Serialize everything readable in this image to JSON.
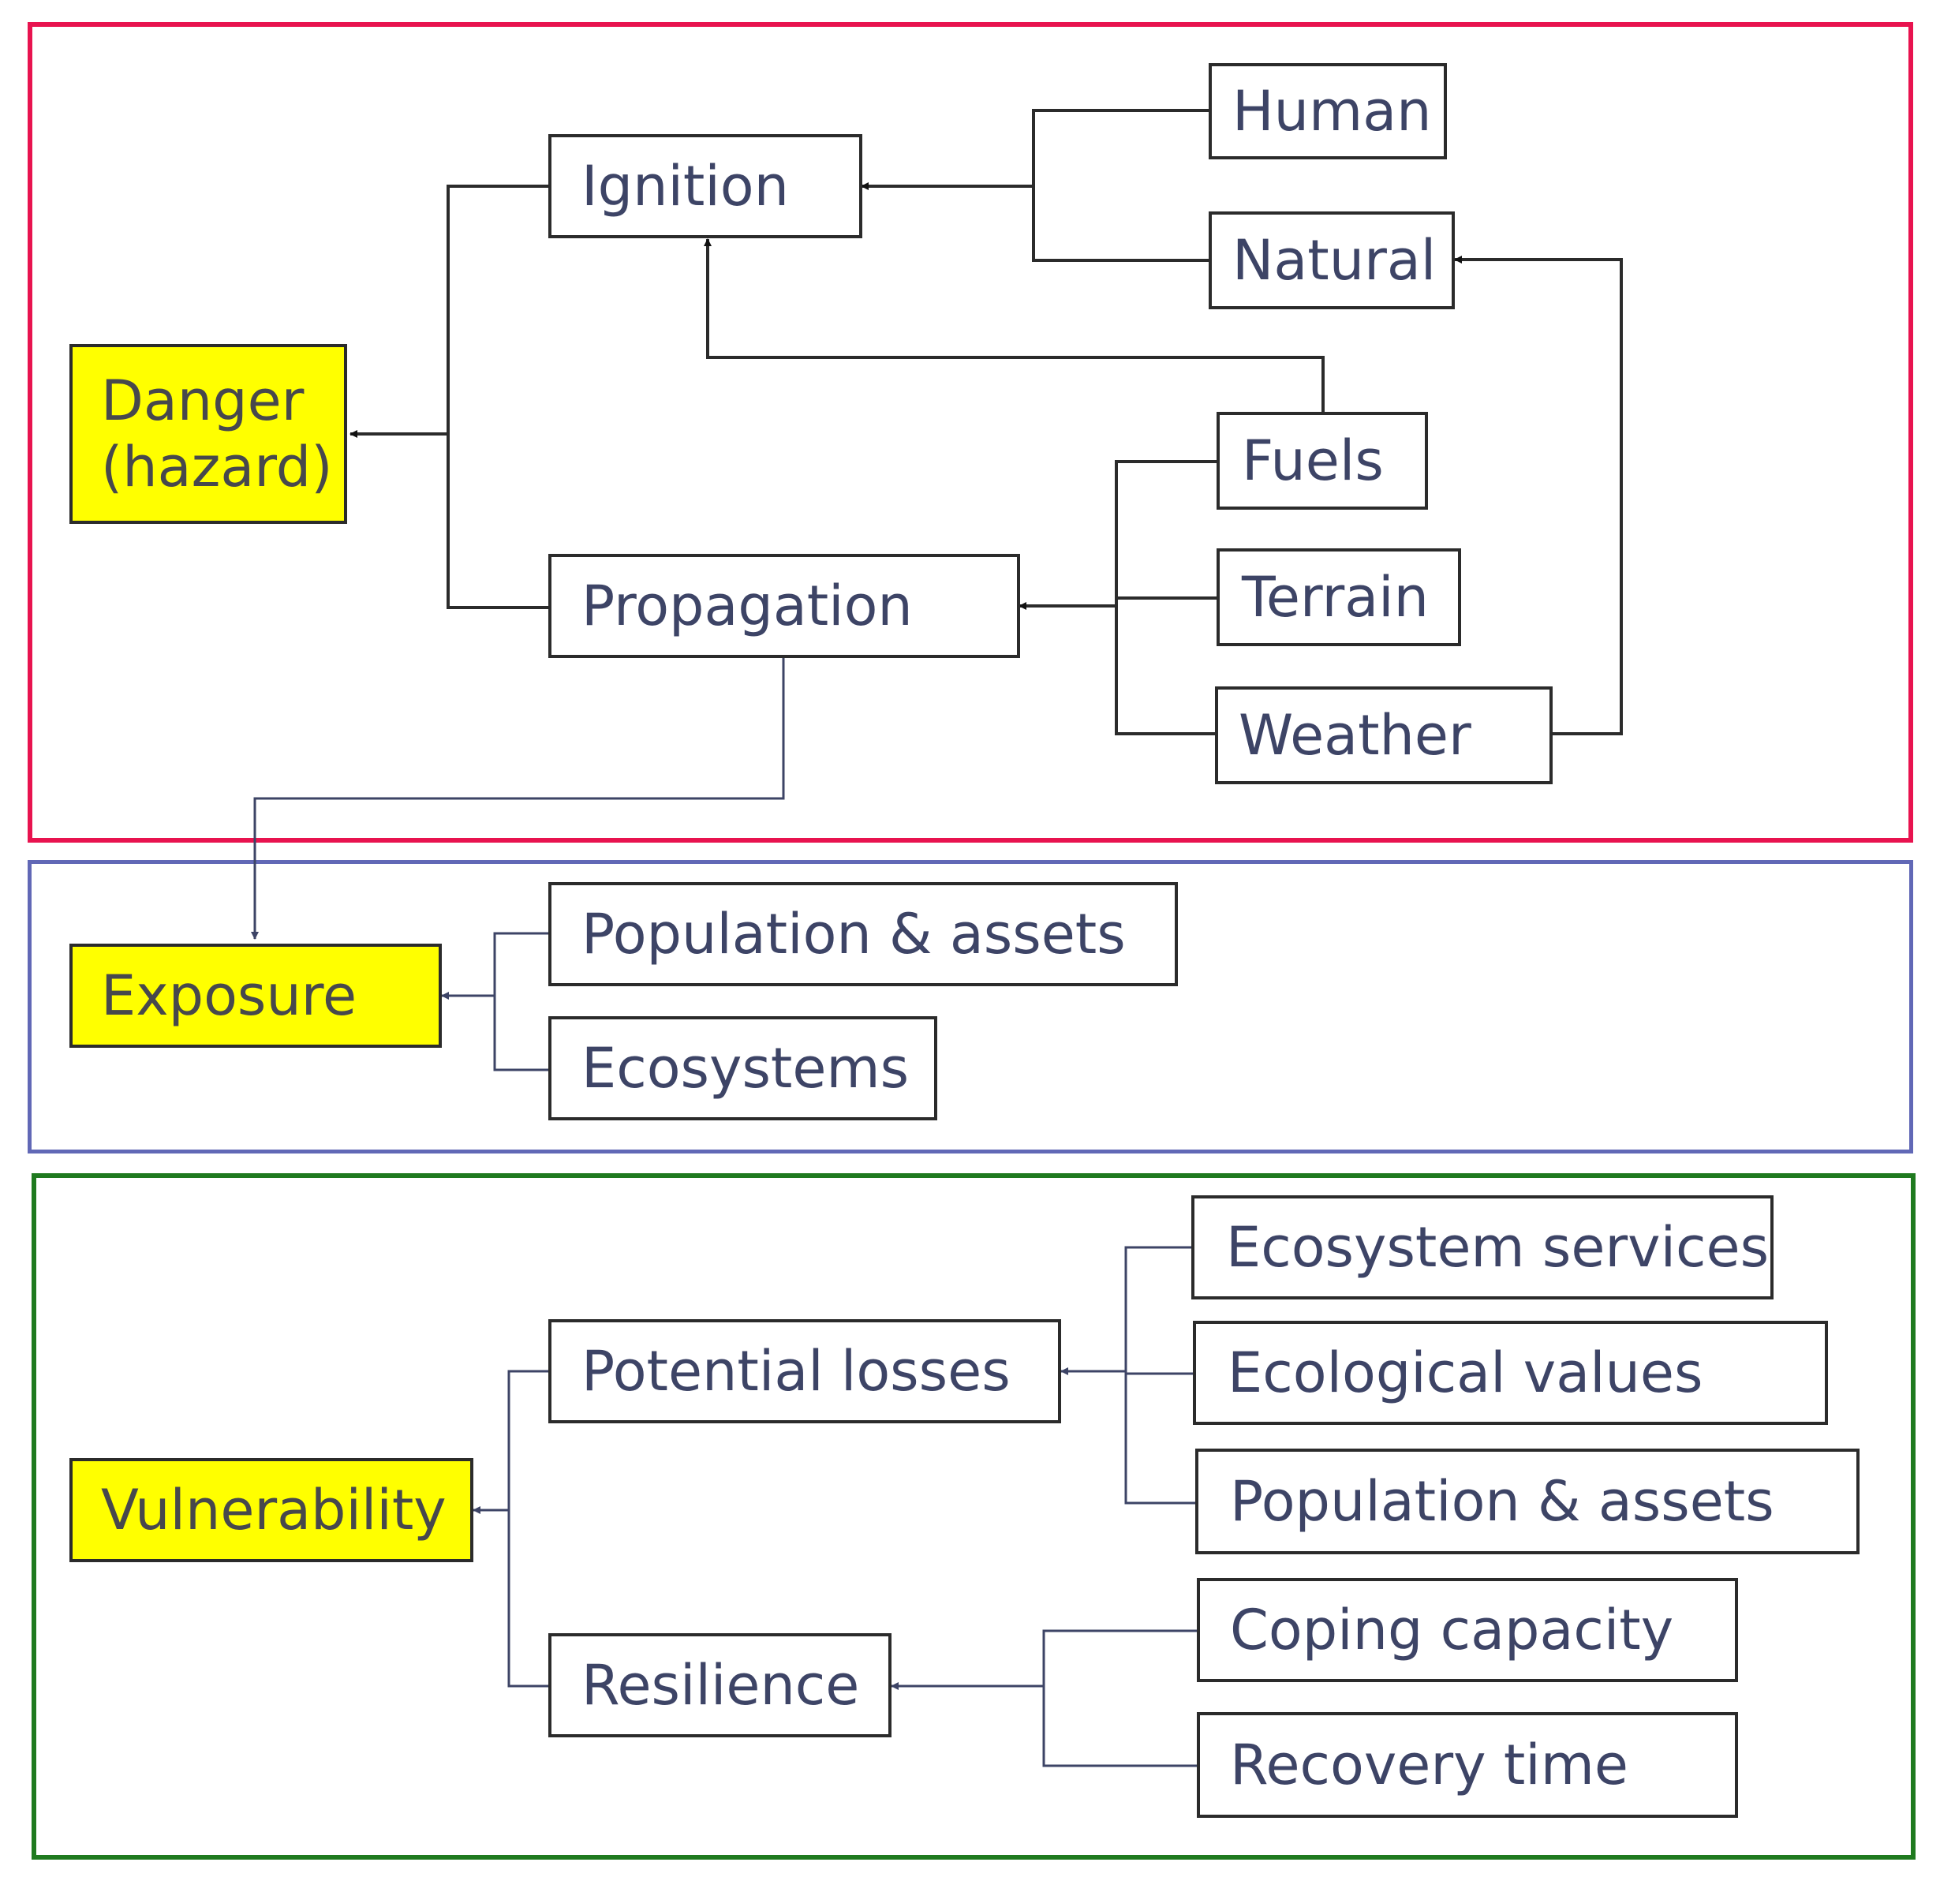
{
  "colors": {
    "hazard_frame": "#e8134f",
    "exposure_frame": "#6168b6",
    "vulnerability_frame": "#1f7a1f",
    "key_node_fill": "#ffff00",
    "node_text": "#3d4466",
    "connector_dark": "#2b2b2b",
    "connector_blue": "#3d4466"
  },
  "nodes": {
    "danger": {
      "line1": "Danger",
      "line2": "(hazard)"
    },
    "ignition": "Ignition",
    "propagation": "Propagation",
    "human": "Human",
    "natural": "Natural",
    "fuels": "Fuels",
    "terrain": "Terrain",
    "weather": "Weather",
    "exposure": "Exposure",
    "exposure_population": "Population & assets",
    "ecosystems": "Ecosystems",
    "vulnerability": "Vulnerability",
    "potential_losses": "Potential losses",
    "resilience": "Resilience",
    "ecosystem_services": "Ecosystem services",
    "ecological_values": "Ecological values",
    "vulnerability_population": "Population & assets",
    "coping_capacity": "Coping capacity",
    "recovery_time": "Recovery time"
  },
  "edges": [
    {
      "from": "human",
      "to": "ignition"
    },
    {
      "from": "natural",
      "to": "ignition"
    },
    {
      "from": "fuels",
      "to": "ignition"
    },
    {
      "from": "weather",
      "to": "natural"
    },
    {
      "from": "fuels",
      "to": "propagation"
    },
    {
      "from": "terrain",
      "to": "propagation"
    },
    {
      "from": "weather",
      "to": "propagation"
    },
    {
      "from": "ignition",
      "to": "danger"
    },
    {
      "from": "propagation",
      "to": "danger"
    },
    {
      "from": "propagation",
      "to": "exposure"
    },
    {
      "from": "exposure_population",
      "to": "exposure"
    },
    {
      "from": "ecosystems",
      "to": "exposure"
    },
    {
      "from": "ecosystem_services",
      "to": "potential_losses"
    },
    {
      "from": "ecological_values",
      "to": "potential_losses"
    },
    {
      "from": "vulnerability_population",
      "to": "potential_losses"
    },
    {
      "from": "coping_capacity",
      "to": "resilience"
    },
    {
      "from": "recovery_time",
      "to": "resilience"
    },
    {
      "from": "potential_losses",
      "to": "vulnerability"
    },
    {
      "from": "resilience",
      "to": "vulnerability"
    }
  ]
}
